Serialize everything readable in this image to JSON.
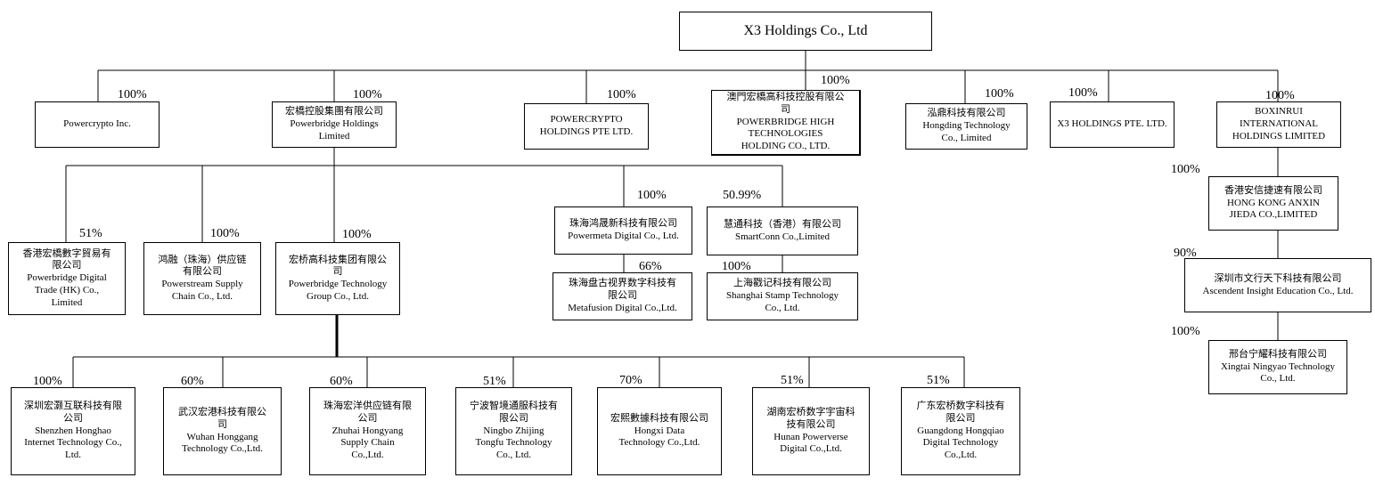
{
  "root": {
    "label": "X3 Holdings Co., Ltd"
  },
  "level1": [
    {
      "id": "powercrypto-inc",
      "pct": "100%",
      "lines": [
        "Powercrypto Inc."
      ]
    },
    {
      "id": "powerbridge-holdings",
      "pct": "100%",
      "lines": [
        "宏橋控股集團有限公司",
        "Powerbridge Holdings",
        "Limited"
      ]
    },
    {
      "id": "powercrypto-holdings",
      "pct": "100%",
      "lines": [
        "POWERCRYPTO",
        "HOLDINGS PTE LTD."
      ]
    },
    {
      "id": "powerbridge-high-tech",
      "pct": "100%",
      "lines": [
        "澳門宏橋高科技控股有限公",
        "司",
        "POWERBRIDGE HIGH",
        "TECHNOLOGIES",
        "HOLDING CO., LTD."
      ]
    },
    {
      "id": "hongding",
      "pct": "100%",
      "lines": [
        "泓鼎科技有限公司",
        "Hongding Technology",
        "Co., Limited"
      ]
    },
    {
      "id": "x3-holdings-pte",
      "pct": "100%",
      "lines": [
        "X3 HOLDINGS PTE. LTD."
      ]
    },
    {
      "id": "boxinrui",
      "pct": "100%",
      "lines": [
        "BOXINRUI",
        "INTERNATIONAL",
        "HOLDINGS LIMITED"
      ]
    }
  ],
  "level2": [
    {
      "id": "powerbridge-digital-trade",
      "pct": "51%",
      "lines": [
        "香港宏橋數字貿易有",
        "限公司",
        "Powerbridge Digital",
        "Trade (HK) Co.,",
        "Limited"
      ]
    },
    {
      "id": "powerstream",
      "pct": "100%",
      "lines": [
        "鸿融（珠海）供应链",
        "有限公司",
        "Powerstream Supply",
        "Chain Co., Ltd."
      ]
    },
    {
      "id": "powerbridge-tech-group",
      "pct": "100%",
      "lines": [
        "宏桥高科技集团有限公",
        "司",
        "Powerbridge Technology",
        "Group Co., Ltd."
      ]
    },
    {
      "id": "powermeta",
      "pct": "100%",
      "lines": [
        "珠海鸿晟新科技有限公司",
        "Powermeta Digital Co., Ltd."
      ]
    },
    {
      "id": "smartconn",
      "pct": "50.99%",
      "lines": [
        "慧通科技（香港）有限公司",
        "SmartConn Co.,Limited"
      ]
    },
    {
      "id": "metafusion",
      "pct": "66%",
      "lines": [
        "珠海盘古视界数字科技有",
        "限公司",
        "Metafusion Digital Co.,Ltd."
      ]
    },
    {
      "id": "shanghai-stamp",
      "pct": "100%",
      "lines": [
        "上海戳记科技有限公司",
        "Shanghai Stamp Technology",
        "Co., Ltd."
      ]
    }
  ],
  "right_chain": [
    {
      "id": "hk-anxin",
      "pct": "100%",
      "lines": [
        "香港安信捷速有限公司",
        "HONG KONG ANXIN",
        "JIEDA CO.,LIMITED"
      ]
    },
    {
      "id": "ascendent",
      "pct": "90%",
      "lines": [
        "深圳市文行天下科技有限公司",
        "Ascendent Insight Education Co., Ltd."
      ]
    },
    {
      "id": "xingtai-ningyao",
      "pct": "100%",
      "lines": [
        "邢台宁耀科技有限公司",
        "Xingtai Ningyao Technology",
        "Co., Ltd."
      ]
    }
  ],
  "level3": [
    {
      "id": "honghao",
      "pct": "100%",
      "lines": [
        "深圳宏灏互联科技有限",
        "公司",
        "Shenzhen Honghao",
        "Internet Technology Co.,",
        "Ltd."
      ]
    },
    {
      "id": "honggang",
      "pct": "60%",
      "lines": [
        "武汉宏港科技有限公",
        "司",
        "Wuhan Honggang",
        "Technology Co.,Ltd."
      ]
    },
    {
      "id": "hongyang",
      "pct": "60%",
      "lines": [
        "珠海宏洋供应链有限",
        "公司",
        "Zhuhai Hongyang",
        "Supply Chain",
        "Co.,Ltd."
      ]
    },
    {
      "id": "tongfu",
      "pct": "51%",
      "lines": [
        "宁波智境通服科技有",
        "限公司",
        "Ningbo Zhijing",
        "Tongfu Technology",
        "Co., Ltd."
      ]
    },
    {
      "id": "hongxi",
      "pct": "70%",
      "lines": [
        "宏熙數據科技有限公司",
        "Hongxi Data",
        "Technology Co.,Ltd."
      ]
    },
    {
      "id": "powerverse",
      "pct": "51%",
      "lines": [
        "湖南宏桥数字宇宙科",
        "技有限公司",
        "Hunan Powerverse",
        "Digital Co.,Ltd."
      ]
    },
    {
      "id": "hongqiao",
      "pct": "51%",
      "lines": [
        "广东宏桥数字科技有",
        "限公司",
        "Guangdong Hongqiao",
        "Digital Technology",
        "Co.,Ltd."
      ]
    }
  ]
}
